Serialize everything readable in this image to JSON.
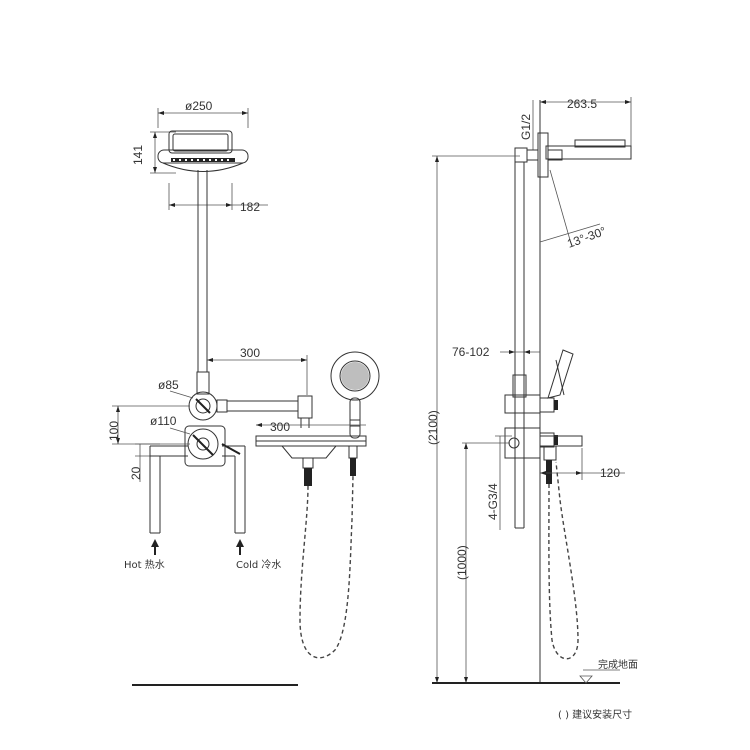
{
  "front_view": {
    "dims": {
      "head_diameter": "ø250",
      "head_height": "141",
      "head_plate_width": "182",
      "arm_length": "300",
      "diverter_diameter": "ø85",
      "valve_diameter": "ø110",
      "valve_spacing": "100",
      "inlet_offset": "20",
      "shelf_length": "300"
    },
    "hot_label": "Hot 热水",
    "cold_label": "Cold 冷水"
  },
  "side_view": {
    "dims": {
      "overhang": "263.5",
      "top_thread": "G1/2",
      "tilt_angle": "13°-30°",
      "handset_range": "76-102",
      "total_height": "(2100)",
      "inlet_height": "(1000)",
      "inlet_thread": "4-G3/4",
      "shelf_depth": "120"
    },
    "floor_label": "完成地面"
  },
  "legend_note": "( ) 建议安装尺寸",
  "colors": {
    "line": "#333333",
    "background": "#ffffff"
  }
}
